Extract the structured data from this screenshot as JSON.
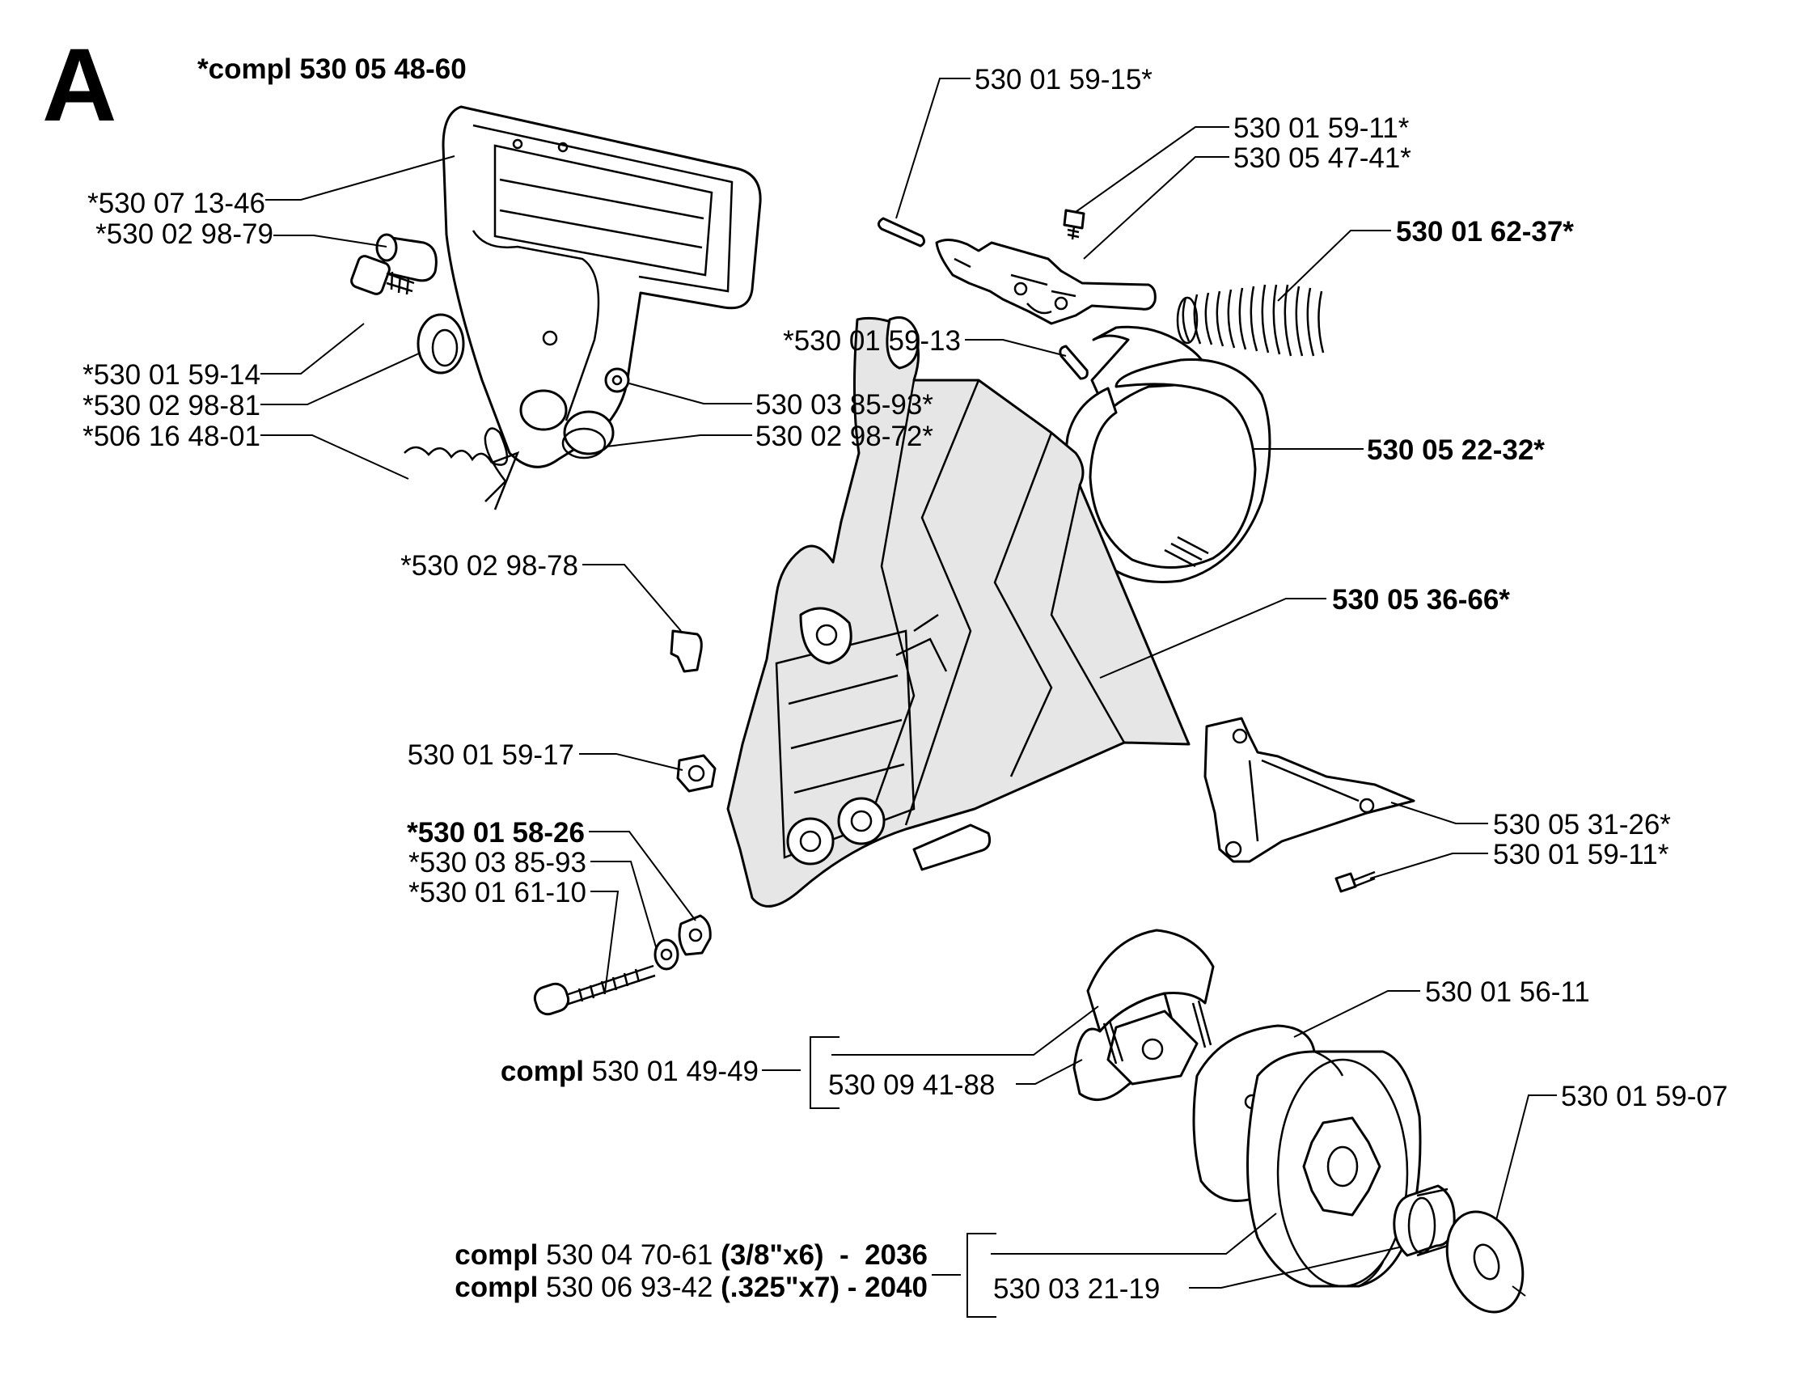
{
  "sheet_letter": "A",
  "labels": {
    "l01": "*compl 530 05 48-60",
    "l02": "*530 07 13-46",
    "l03": "*530 02 98-79",
    "l04": "*530 01 59-14",
    "l05": "*530 02 98-81",
    "l06": "*506 16 48-01",
    "l07": "530 03 85-93*",
    "l08": "530 02 98-72*",
    "l09": "530 01 59-15*",
    "l10": "530 01 59-11*",
    "l11": "530 05 47-41*",
    "l12": "530 01 62-37*",
    "l13": "*530 01 59-13",
    "l14": "530 05 22-32*",
    "l15": "*530 02 98-78",
    "l16": "530 05 36-66*",
    "l17": "530 01 59-17",
    "l18": "*530 01 58-26",
    "l19": "*530 03 85-93",
    "l20": "*530 01 61-10",
    "l21": "530 05 31-26*",
    "l22": "530 01 59-11*",
    "l23": "530 01 56-11",
    "l24_prefix": "compl",
    "l24_num": "530 01 49-49",
    "l25": "530 09 41-88",
    "l26": "530 01 59-07",
    "l27_prefix": "compl",
    "l27_num": "530 04 70-61",
    "l27_suffix": "(3/8\"x6)  -  2036",
    "l28_prefix": "compl",
    "l28_num": "530 06 93-42",
    "l28_suffix": "(.325\"x7) - 2040",
    "l29": "530 03 21-19"
  }
}
